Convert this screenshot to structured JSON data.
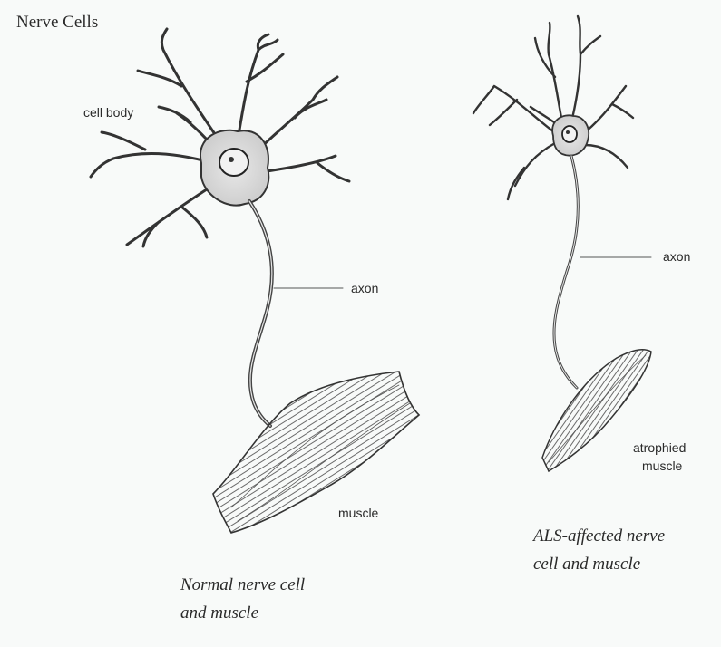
{
  "title": "Nerve Cells",
  "normal": {
    "cell_body_label": "cell body",
    "axon_label": "axon",
    "muscle_label": "muscle",
    "caption_line1": "Normal nerve cell",
    "caption_line2": "and muscle"
  },
  "als": {
    "axon_label": "axon",
    "muscle_label_line1": "atrophied",
    "muscle_label_line2": "muscle",
    "caption_line1": "ALS-affected nerve",
    "caption_line2": "cell and muscle"
  }
}
